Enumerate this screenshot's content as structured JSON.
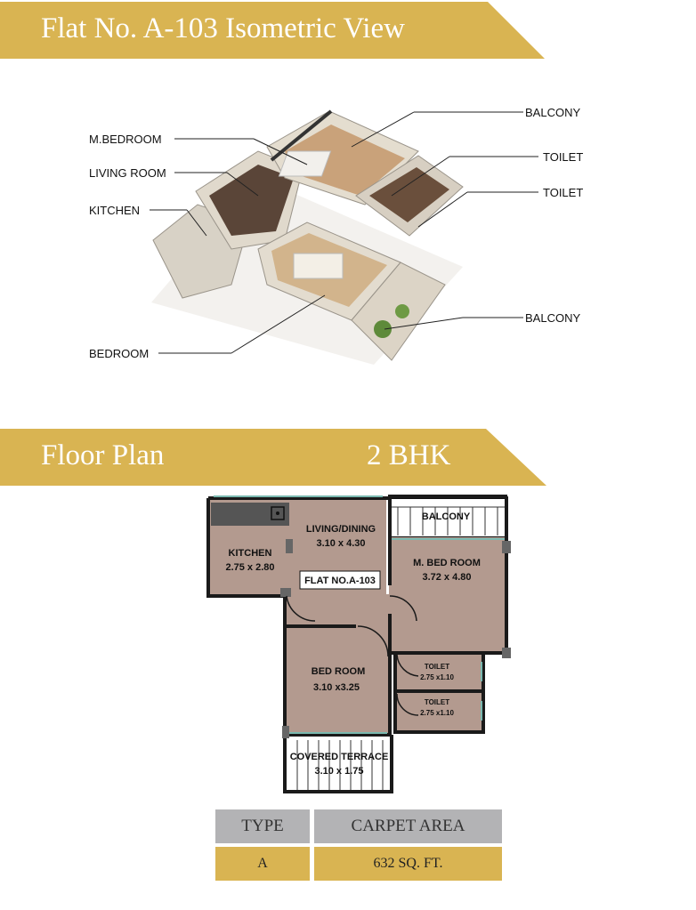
{
  "section1": {
    "title": "Flat No. A-103 Isometric View"
  },
  "isometric": {
    "labels": {
      "m_bedroom": "M.BEDROOM",
      "living_room": "LIVING ROOM",
      "kitchen": "KITCHEN",
      "bedroom": "BEDROOM",
      "balcony_top": "BALCONY",
      "toilet_1": "TOILET",
      "toilet_2": "TOILET",
      "balcony_bottom": "BALCONY"
    }
  },
  "section2": {
    "title": "Floor Plan",
    "config": "2 BHK"
  },
  "floorplan": {
    "flat_label": "FLAT NO.A-103",
    "rooms": {
      "living": {
        "name": "LIVING/DINING",
        "size": "3.10 x 4.30"
      },
      "kitchen": {
        "name": "KITCHEN",
        "size": "2.75 x 2.80"
      },
      "balcony": {
        "name": "BALCONY"
      },
      "mbed": {
        "name": "M. BED ROOM",
        "size": "3.72 x 4.80"
      },
      "bed": {
        "name": "BED ROOM",
        "size": "3.10 x3.25"
      },
      "toilet1": {
        "name": "TOILET",
        "size": "2.75 x1.10"
      },
      "toilet2": {
        "name": "TOILET",
        "size": "2.75 x1.10"
      },
      "terrace": {
        "name": "COVERED TERRACE",
        "size": "3.10 x 1.75"
      }
    }
  },
  "area_table": {
    "headers": {
      "type": "TYPE",
      "carpet_area": "CARPET AREA"
    },
    "row": {
      "type": "A",
      "carpet_area": "632 SQ. FT."
    }
  },
  "colors": {
    "banner_gold": "#d9b452",
    "table_grey": "#b3b3b5",
    "room_fill": "#b39a8f",
    "wall": "#1a1a1a"
  }
}
